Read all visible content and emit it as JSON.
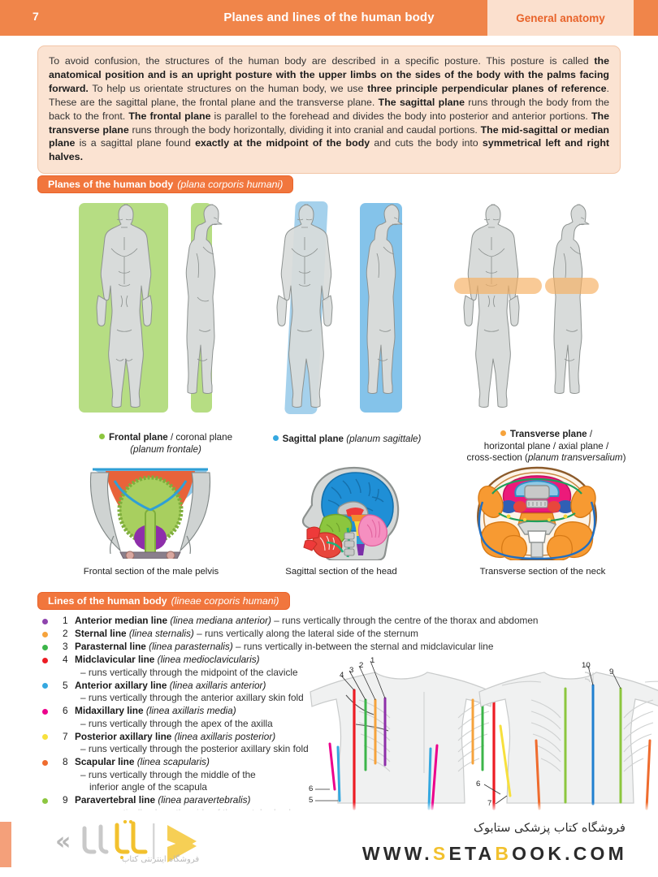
{
  "header": {
    "page_number": "7",
    "title": "Planes and lines of the human body",
    "tab_label": "General anatomy",
    "bg_color": "#f0854a",
    "tab_bg_color": "#fbe0ce",
    "tab_text_color": "#e8632a"
  },
  "intro": {
    "html": "To avoid confusion, the structures of the human body are described in a specific posture. This posture is called <b>the anatomical position and is an upright posture with the upper limbs on the sides of the body with the palms facing forward.</b> To help us orientate structures on the human body, we use <b>three principle perpendicular planes of reference</b>. These are the sagittal plane, the frontal plane and the transverse plane. <b>The sagittal plane</b> runs through the body from the back to the front. <b>The frontal plane</b> is parallel to the forehead and divides the body into posterior and anterior portions. <b>The transverse plane</b> runs through the body horizontally, dividing it into cranial and caudal portions. <b>The mid-sagittal or median plane</b> is a sagittal plane found <b>exactly at the midpoint of the body</b> and cuts the body into <b>symmetrical left and right halves.</b>",
    "bg_color": "#fbe3d2",
    "border_color": "#f2c6a8"
  },
  "sections": {
    "planes": {
      "title": "Planes of the human body",
      "latin": "(plana corporis humani)"
    },
    "lines": {
      "title": "Lines of the human body",
      "latin": "(lineae corporis humani)"
    }
  },
  "plane_captions": [
    {
      "dot_color": "#8cc63e",
      "line1_bold": "Frontal plane",
      "line1_rest": " / coronal plane",
      "line2_italic": "(planum frontale)"
    },
    {
      "dot_color": "#35a8e0",
      "line1_bold": "Sagittal plane",
      "line1_rest": " (planum sagittale)",
      "line2_italic": ""
    },
    {
      "dot_color": "#f6a33c",
      "line1_bold": "Transverse plane",
      "line1_rest": " /",
      "line2": "horizontal plane / axial plane /",
      "line3": "cross-section (planum transversalium)"
    }
  ],
  "section_captions": [
    "Frontal section of the male pelvis",
    "Sagittal section of the head",
    "Transverse section of the neck"
  ],
  "lines_list": [
    {
      "num": "1",
      "bullet_color": "#8e44ad",
      "name": "Anterior median line",
      "latin": "(linea mediana anterior)",
      "desc": " – runs vertically through the centre of the thorax and abdomen",
      "sub": ""
    },
    {
      "num": "2",
      "bullet_color": "#f6a33c",
      "name": "Sternal line",
      "latin": "(linea sternalis)",
      "desc": " – runs vertically along the lateral side of the sternum",
      "sub": ""
    },
    {
      "num": "3",
      "bullet_color": "#3cb54a",
      "name": "Parasternal line",
      "latin": "(linea parasternalis)",
      "desc": " – runs vertically in-between the sternal and midclavicular line",
      "sub": ""
    },
    {
      "num": "4",
      "bullet_color": "#ed1c24",
      "name": "Midclavicular line",
      "latin": "(linea medioclavicularis)",
      "desc": "",
      "sub": "– runs vertically through the midpoint of the clavicle"
    },
    {
      "num": "5",
      "bullet_color": "#35a8e0",
      "name": "Anterior axillary line",
      "latin": "(linea axillaris anterior)",
      "desc": "",
      "sub": "– runs vertically through the anterior axillary skin fold"
    },
    {
      "num": "6",
      "bullet_color": "#ec008c",
      "name": "Midaxillary line",
      "latin": "(linea axillaris media)",
      "desc": "",
      "sub": "– runs vertically through the apex of the axilla"
    },
    {
      "num": "7",
      "bullet_color": "#f7e03d",
      "name": "Posterior axillary line",
      "latin": "(linea axillaris posterior)",
      "desc": "",
      "sub": "– runs vertically through the posterior axillary skin fold"
    },
    {
      "num": "8",
      "bullet_color": "#ef6c2e",
      "name": "Scapular line",
      "latin": "(linea scapularis)",
      "desc": "",
      "sub": "– runs vertically through the middle of the",
      "sub2": "inferior angle of the scapula"
    },
    {
      "num": "9",
      "bullet_color": "#8cc63e",
      "name": "Paravertebral line",
      "latin": "(linea paravertebralis)",
      "desc": "",
      "sub": "– runs vertically along the side of the vertebral column"
    }
  ],
  "torso_labels": {
    "anterior": [
      "4",
      "3",
      "2",
      "1",
      "6",
      "5"
    ],
    "posterior": [
      "10",
      "9",
      "6",
      "7"
    ]
  },
  "footer": {
    "site": "WWW.SETABOOK.COM",
    "site_highlight_1": "S",
    "site_highlight_2": "B",
    "farsi_tagline": "فروشگاه کتاب پزشکی ستابوک",
    "logo_farsi": "فروشگاه اینترنتی کتاب",
    "accent_color": "#f2c12e"
  }
}
